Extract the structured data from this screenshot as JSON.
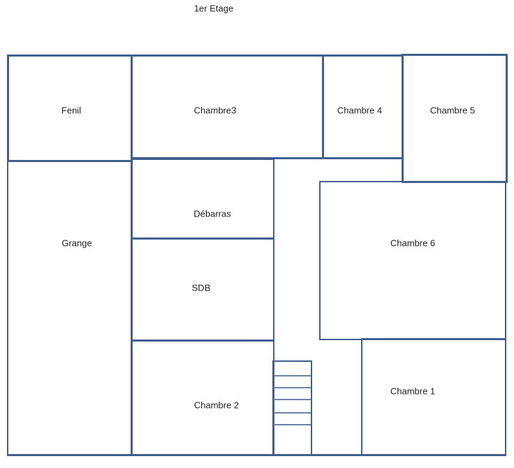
{
  "title": "1er Etage",
  "rooms": {
    "fenil": "Fenil",
    "chambre3": "Chambre3",
    "chambre4": "Chambre 4",
    "chambre5": "Chambre 5",
    "grange": "Grange",
    "debarras": "Débarras",
    "sdb": "SDB",
    "chambre2": "Chambre 2",
    "chambre6": "Chambre 6",
    "chambre1": "Chambre 1"
  },
  "colors": {
    "wall": "#41608f"
  },
  "stairs": {
    "steps": 5
  }
}
